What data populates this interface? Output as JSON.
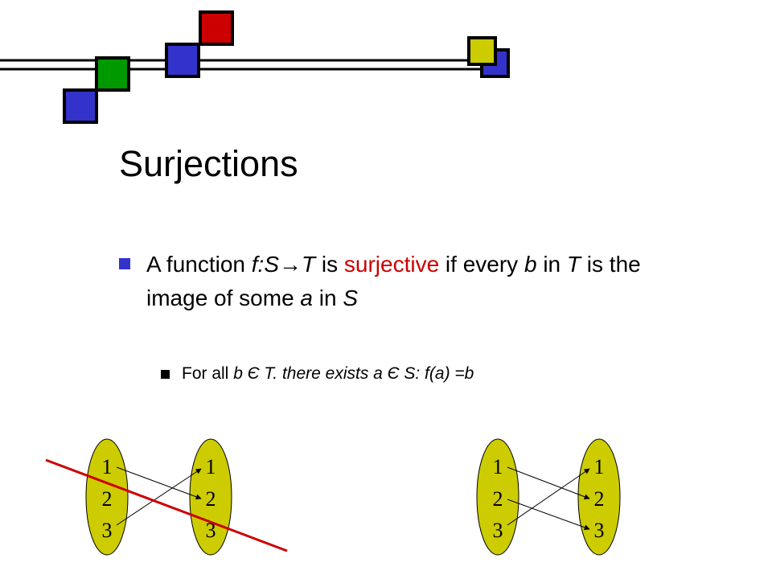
{
  "colors": {
    "accent_blue": "#3333cc",
    "accent_green": "#009900",
    "accent_red": "#cc0000",
    "accent_yellow": "#cccc00",
    "ellipse_fill": "#cccc00",
    "highlight_text": "#cc0000"
  },
  "title": "Surjections",
  "bullet": {
    "pre": "A function ",
    "f": "f:S",
    "arrow": "→",
    "t": "T",
    "mid1": " is ",
    "term": "surjective",
    "mid2": " if every ",
    "b": "b",
    "mid3": " in ",
    "T2": "T",
    "mid4": " is the image of some ",
    "a": "a",
    "mid5": " in ",
    "S": "S"
  },
  "sub_bullet": {
    "pre": "For all ",
    "expr": "b Є T. there exists a Є S:  f(a) =b"
  },
  "diagrams": [
    {
      "left_labels": [
        "1",
        "2",
        "3"
      ],
      "right_labels": [
        "1",
        "2",
        "3"
      ],
      "crossed_out": true
    },
    {
      "left_labels": [
        "1",
        "2",
        "3"
      ],
      "right_labels": [
        "1",
        "2",
        "3"
      ],
      "crossed_out": false
    }
  ]
}
